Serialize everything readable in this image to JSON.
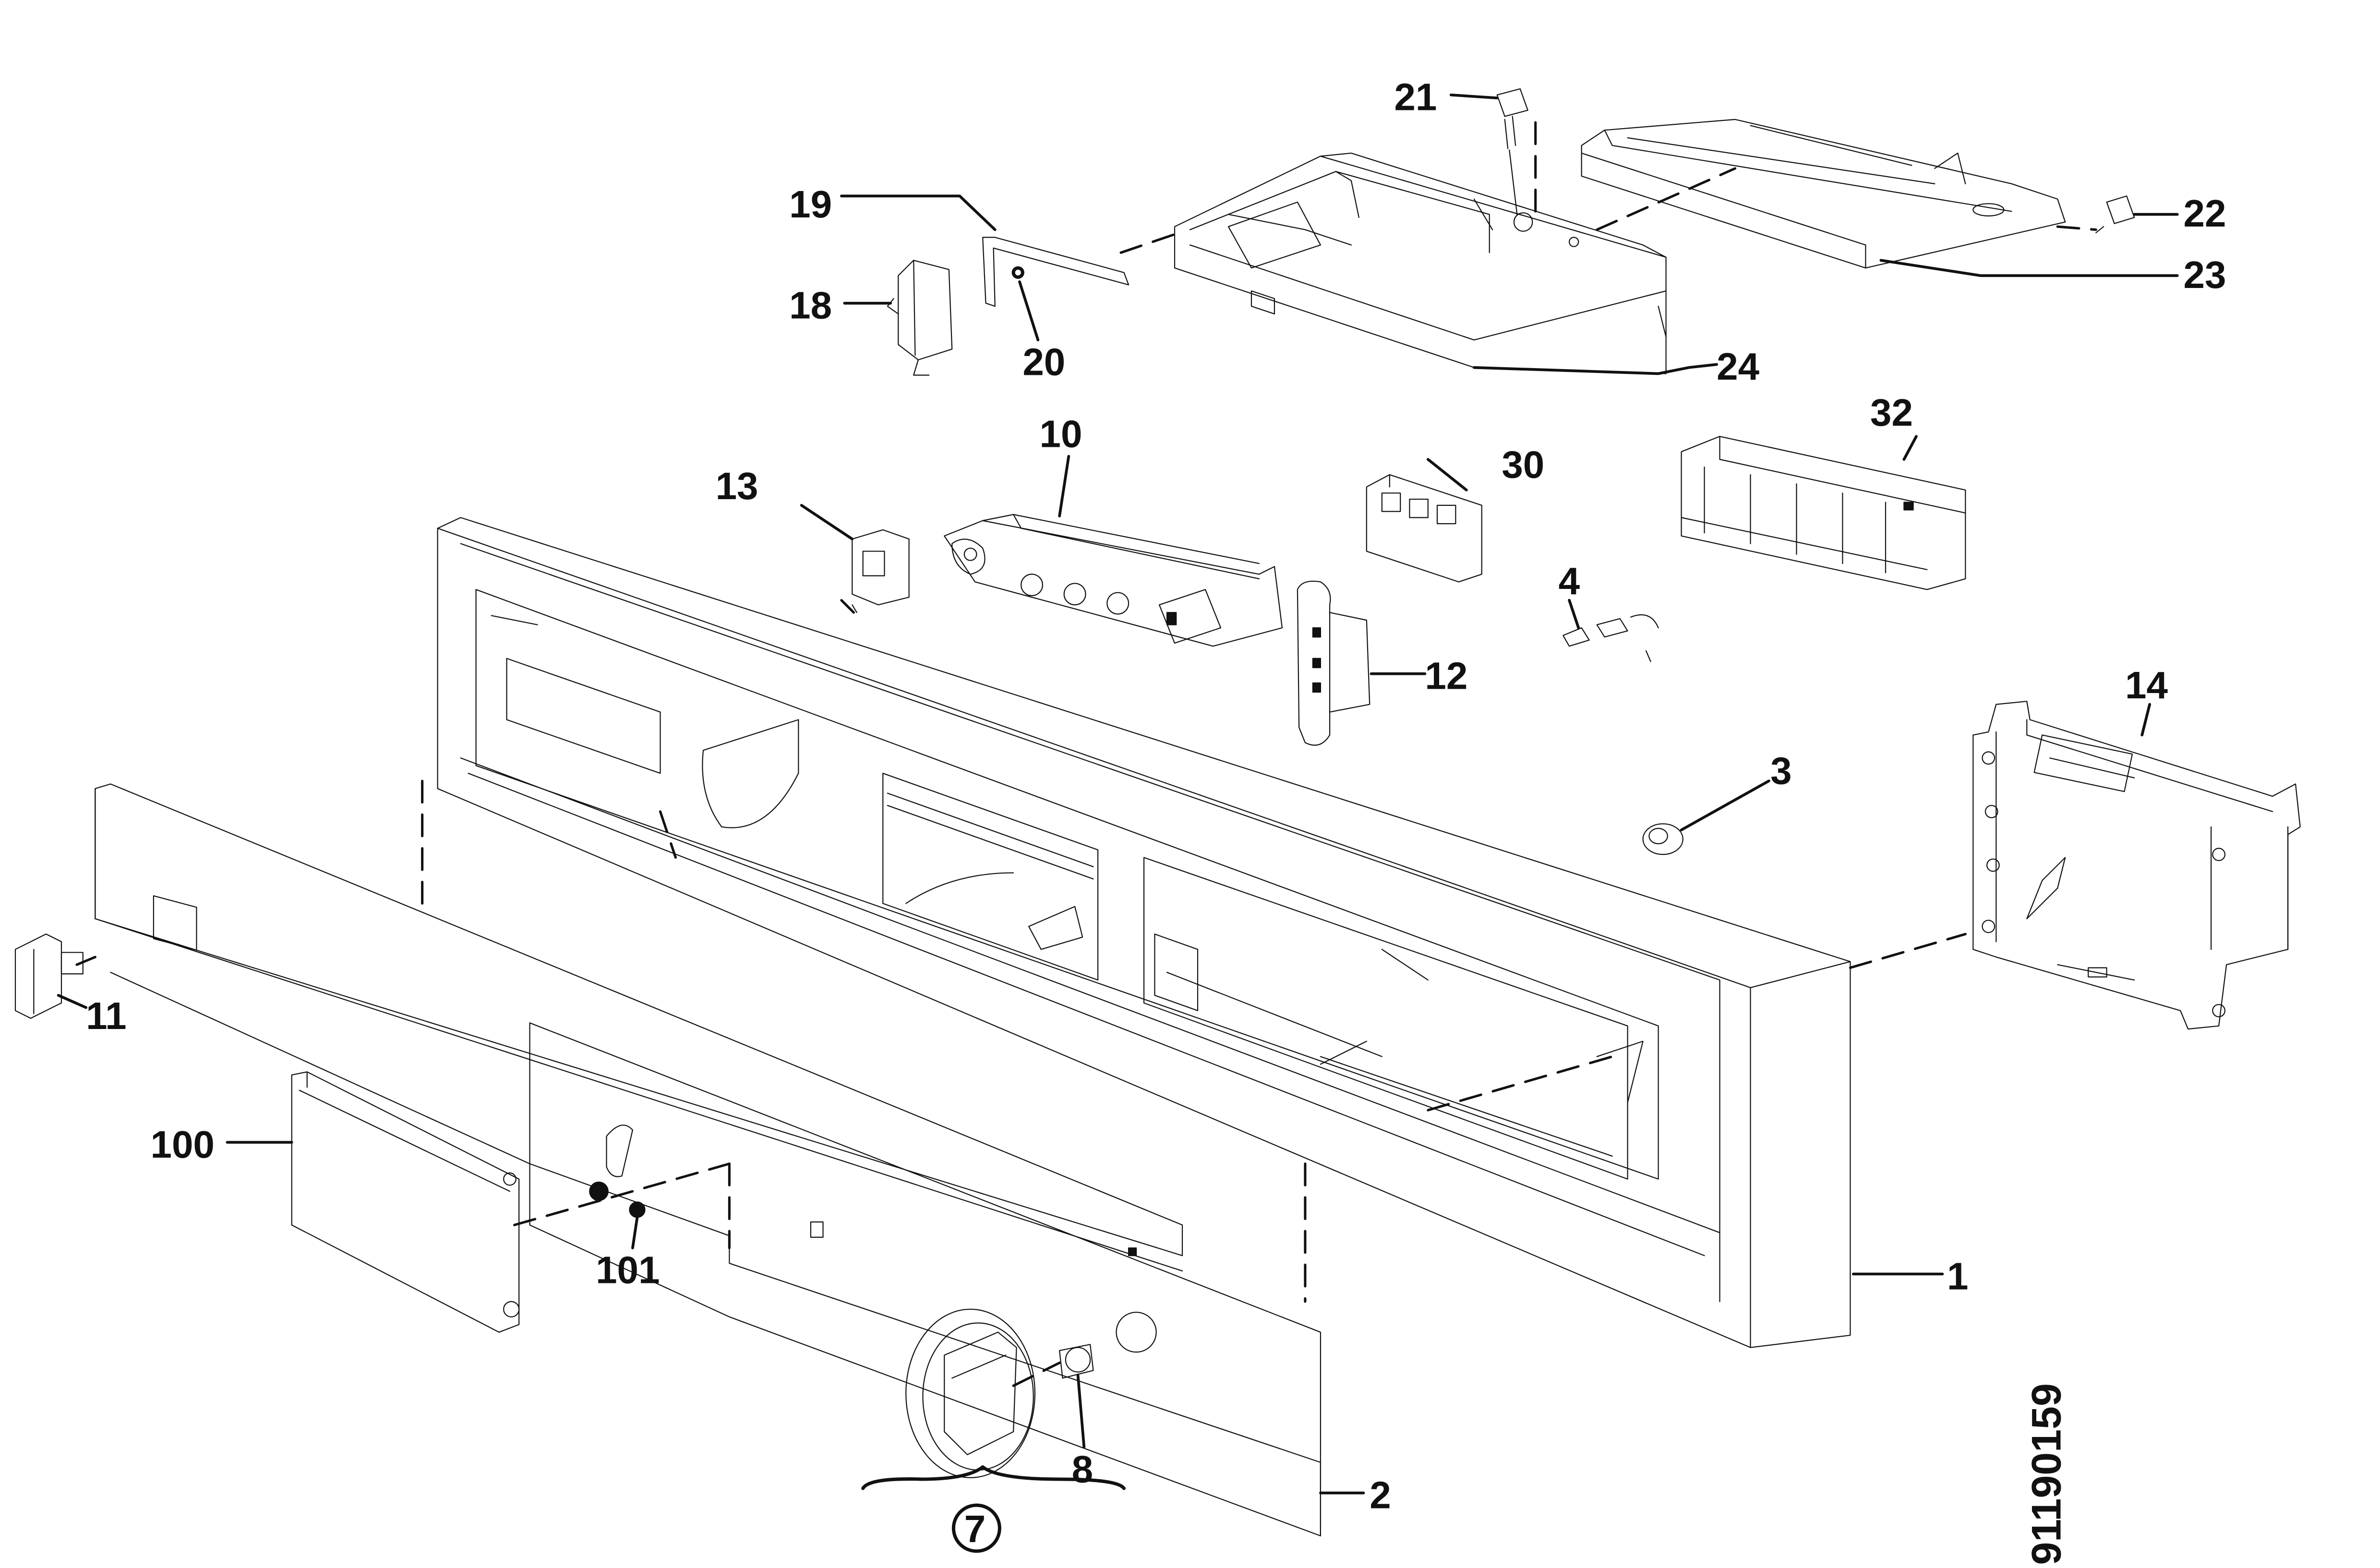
{
  "diagram": {
    "drawing_code": "91190159",
    "labels": {
      "p1": "1",
      "p2": "2",
      "p3": "3",
      "p4": "4",
      "p7": "7",
      "p8": "8",
      "p10": "10",
      "p11": "11",
      "p12": "12",
      "p13": "13",
      "p14": "14",
      "p18": "18",
      "p19": "19",
      "p20": "20",
      "p21": "21",
      "p22": "22",
      "p23": "23",
      "p24": "24",
      "p30": "30",
      "p32": "32",
      "p100": "100",
      "p101": "101"
    }
  },
  "colors": {
    "ink": "#111111",
    "paper": "#ffffff"
  }
}
